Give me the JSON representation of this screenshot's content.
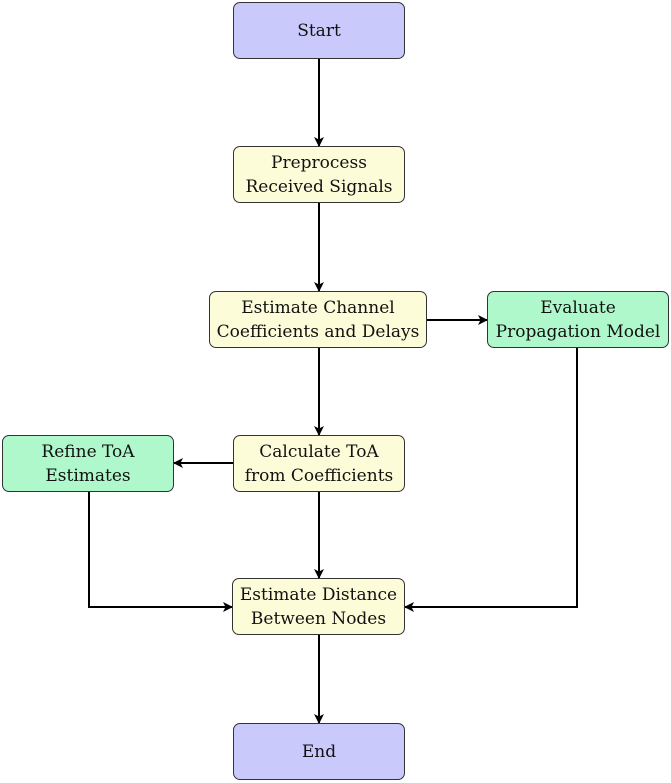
{
  "colors": {
    "terminal_fill": "#c9c9fb",
    "process_fill": "#fdfcd9",
    "side_fill": "#aef8cb",
    "border": "#333333",
    "arrow": "#000000"
  },
  "nodes": {
    "start": {
      "lines": [
        "Start"
      ]
    },
    "preprocess": {
      "lines": [
        "Preprocess",
        "Received Signals"
      ]
    },
    "estimate_channel": {
      "lines": [
        "Estimate Channel",
        "Coefficients and Delays"
      ]
    },
    "evaluate_model": {
      "lines": [
        "Evaluate",
        "Propagation Model"
      ]
    },
    "calculate_toa": {
      "lines": [
        "Calculate ToA",
        "from Coefficients"
      ]
    },
    "refine_toa": {
      "lines": [
        "Refine ToA",
        "Estimates"
      ]
    },
    "estimate_distance": {
      "lines": [
        "Estimate Distance",
        "Between Nodes"
      ]
    },
    "end": {
      "lines": [
        "End"
      ]
    }
  },
  "edges": [
    {
      "from": "start",
      "to": "preprocess"
    },
    {
      "from": "preprocess",
      "to": "estimate_channel"
    },
    {
      "from": "estimate_channel",
      "to": "evaluate_model"
    },
    {
      "from": "estimate_channel",
      "to": "calculate_toa"
    },
    {
      "from": "calculate_toa",
      "to": "refine_toa"
    },
    {
      "from": "calculate_toa",
      "to": "estimate_distance"
    },
    {
      "from": "refine_toa",
      "to": "estimate_distance"
    },
    {
      "from": "evaluate_model",
      "to": "estimate_distance"
    },
    {
      "from": "estimate_distance",
      "to": "end"
    }
  ]
}
